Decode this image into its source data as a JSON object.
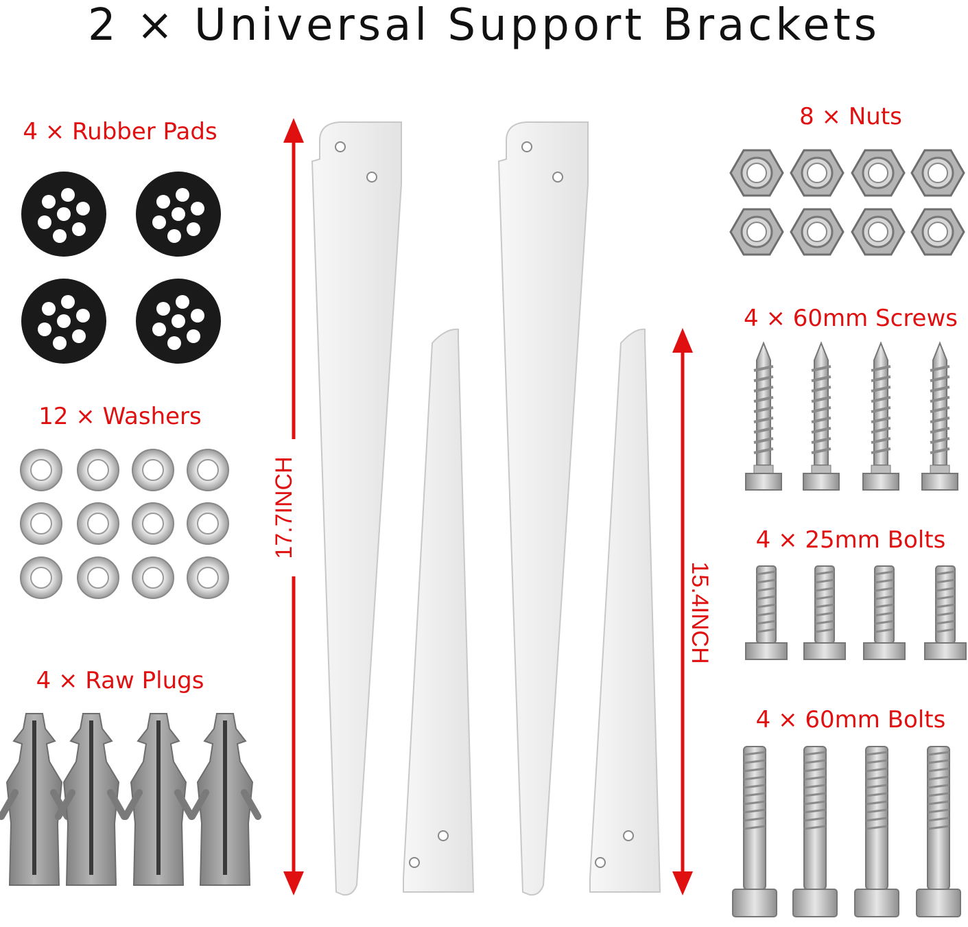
{
  "title": "2 × Universal Support Brackets",
  "labels": {
    "rubber_pads": "4 × Rubber Pads",
    "washers": "12 × Washers",
    "raw_plugs": "4 × Raw Plugs",
    "nuts": "8 × Nuts",
    "screws_60mm": "4 × 60mm Screws",
    "bolts_25mm": "4 × 25mm Bolts",
    "bolts_60mm": "4 × 60mm Bolts"
  },
  "dimensions": {
    "long_bracket": "17.7INCH",
    "short_bracket": "15.4INCH"
  },
  "colors": {
    "label": "#e01010",
    "title": "#111111",
    "bracket": "#f4f4f4",
    "metal": "#b9b9b9",
    "rubber": "#1a1a1a",
    "plug": "#9a9a9a"
  }
}
